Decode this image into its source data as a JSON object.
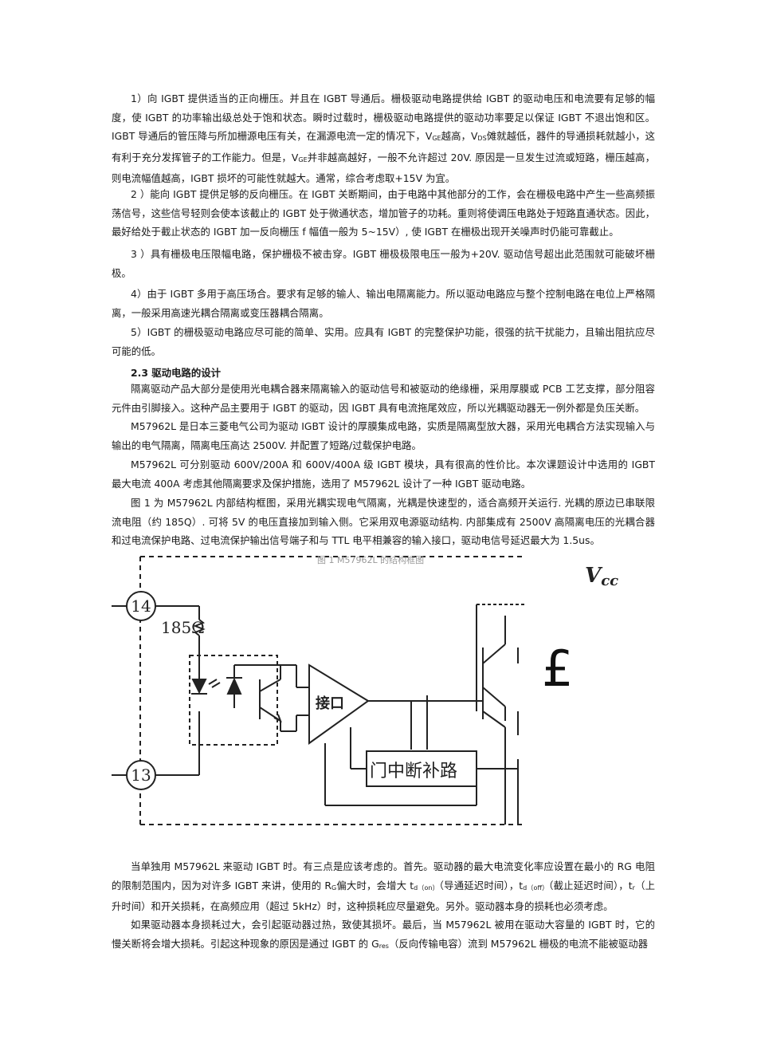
{
  "paragraphs": {
    "p1": "1）向 IGBT 提供适当的正向栅压。并且在 IGBT 导通后。栅极驱动电路提供给 IGBT 的驱动电压和电流要有足够的幅度，使 IGBT 的功率输出级总处于饱和状态。瞬时过载时，栅极驱动电路提供的驱动功率要足以保证 IGBT 不退出饱和区。IGBT 导通后的管压降与所加栅源电压有关，在漏源电流一定的情况下，",
    "p1_vge": "V",
    "p1_vge_sub": "GE",
    "p1_mid1": "越高，",
    "p1_vds": "V",
    "p1_vds_sub": "DS",
    "p1_mid2": "傩就越低，器件的导通损耗就越小，这有利于充分发挥管子的工作能力。但是，",
    "p1_vge2": "V",
    "p1_vge2_sub": "GE",
    "p1_end": "并非越高越好，一般不允许超过 20V. 原因是一旦发生过流或短路，栅压越高，则电流幅值越高，IGBT 损坏的可能性就越大。通常，综合考虑取+15V 为宜。",
    "p2": "2 ）能向 IGBT 提供足够的反向栅压。在 IGBT 关断期间，由于电路中其他部分的工作，会在栅极电路中产生一些高频振荡信号，这些信号轻则会使本该截止的 IGBT 处于微通状态，增加管子的功耗。重则将使调压电路处于短路直通状态。因此，最好给处于截止状态的 IGBT 加一反向栅压 f 幅值一般为 5~15V）, 使 IGBT 在栅极出现开关噪声时仍能可靠截止。",
    "p3": "3 ）具有栅极电压限幅电路，保护栅极不被击穿。IGBT 栅极极限电压一般为+20V. 驱动信号超出此范围就可能破坏栅极。",
    "p4": "4）由于 IGBT 多用于高压场合。要求有足够的输人、输出电隔离能力。所以驱动电路应与整个控制电路在电位上严格隔离，一般采用高速光耦合隔离或变压器耦合隔离。",
    "p5": "5）IGBT 的栅极驱动电路应尽可能的简单、实用。应具有 IGBT 的完整保护功能，很强的抗干扰能力，且输出阻抗应尽可能的低。",
    "heading": "2.3 驱动电路的设计",
    "p6": "隔离驱动产品大部分是使用光电耦合器来隔离输入的驱动信号和被驱动的绝缘栅，采用厚膜或 PCB 工艺支撑，部分阻容元件由引脚接入。这种产品主要用于 IGBT 的驱动，因 IGBT 具有电流拖尾效应，所以光耦驱动器无一例外都是负压关断。",
    "p7": "M57962L 是日本三菱电气公司为驱动 IGBT 设计的厚膜集成电路，实质是隔离型放大器，采用光电耦合方法实现输入与输出的电气隔离，隔离电压高达 2500V. 并配置了短路/过载保护电路。",
    "p8": "M57962L 可分别驱动 600V/200A 和 600V/400A 级 IGBT 模块，具有很高的性价比。本次课题设计中选用的 IGBT 最大电流 400A 考虑其他隔离要求及保护措施，选用了 M57962L 设计了一种 IGBT 驱动电路。",
    "p9": "图 1 为 M57962L 内部结构框图，采用光耦实现电气隔离，光耦是快速型的，适合高频开关运行. 光耦的原边已串联限流电阻（约 185Q）. 可将 5V 的电压直接加到输入侧。它采用双电源驱动结构. 内部集成有 2500V 高隔离电压的光耦合器和过电流保护电路、过电流保护输出信号端子和与 TTL 电平相兼容的输入接口，驱动电信号延迟最大为 1.5us。",
    "p10_a": "当单独用 M57962L 来驱动 IGBT 时。有三点是应该考虑的。首先。驱动器的最大电流变化率应设置在最小的 RG 电阻的限制范围内，因为对许多 IGBT 来讲，使用的 R",
    "p10_rg_sub": "G",
    "p10_b": "偏大时，会增大 t",
    "p10_td_sub": "d（on）",
    "p10_c": "（导通延迟时间），t",
    "p10_toff_sub": "d（off）",
    "p10_d": "（截止延迟时间），t",
    "p10_tr_sub": "r",
    "p10_e": "（上升时间）和开关损耗，在高频应用（超过 5kHz）时，这种损耗应尽量避免。另外。驱动器本身的损耗也必须考虑。",
    "p11_a": "如果驱动器本身损耗过大，会引起驱动器过热，致使其损坏。最后，当 M57962L 被用在驱动大容量的 IGBT 时，它的慢关断将会增大损耗。引起这种现象的原因是通过 IGBT 的 G",
    "p11_sub": "res",
    "p11_b": "（反向传输电容）流到 M57962L 栅极的电流不能被驱动器"
  },
  "figure": {
    "caption": "图 1 M57962L 的结构框图",
    "pin_14": "14",
    "pin_13": "13",
    "resistor": "185Ω",
    "interface": "接口",
    "block": "门中断补路",
    "vcc": "V",
    "vcc_sub": "cc",
    "symbol": "£"
  }
}
